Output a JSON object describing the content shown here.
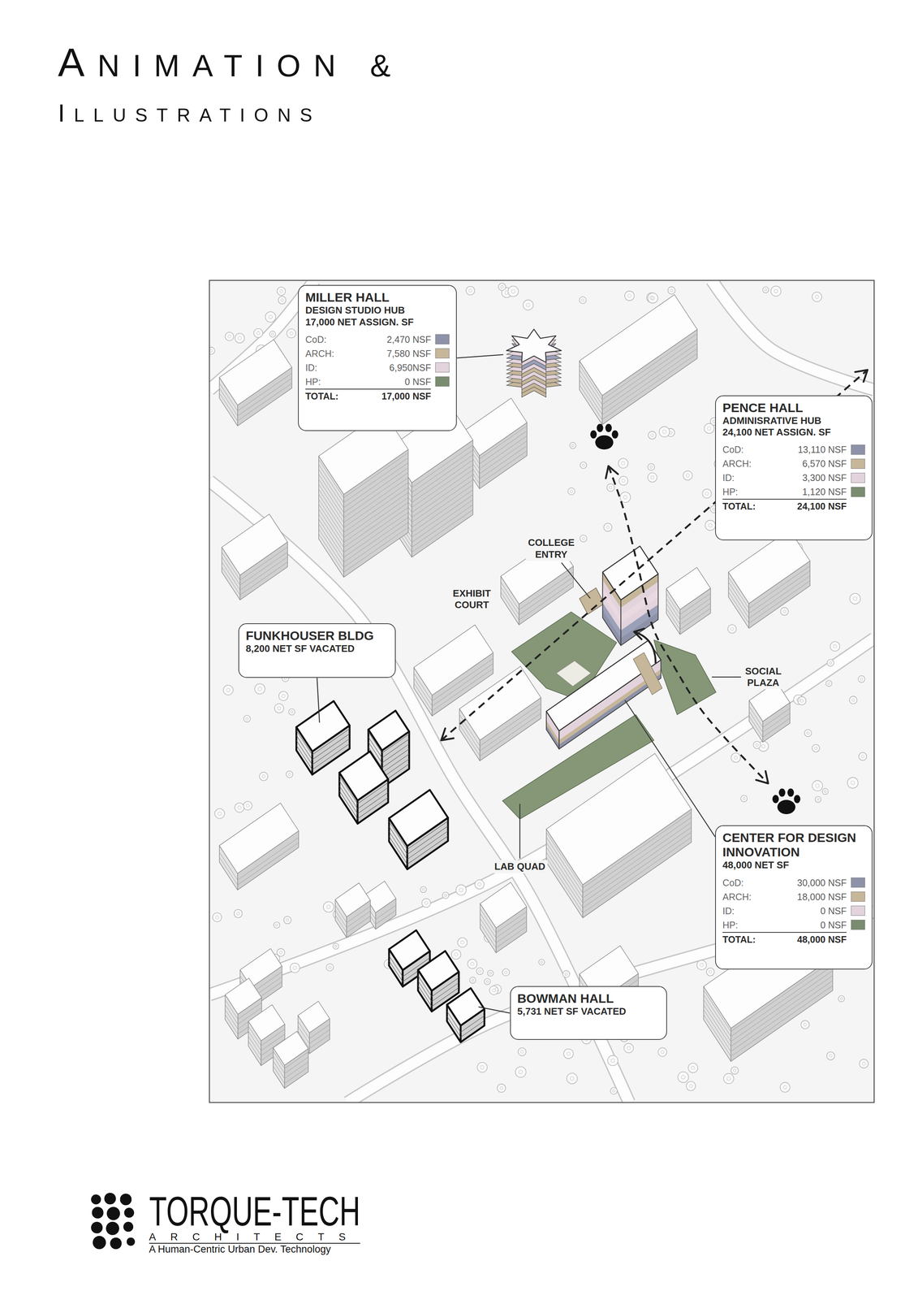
{
  "diagram": {
    "title": "ANIMATION &",
    "nodes": [
      {
        "text": [
          "MILLER HALL",
          "DESIGN STUDIO HUB",
          "17,000 NET ASSIGN. SF",
          "CoD:",
          "2,470 NSF",
          "ARCH:",
          "7,580 NSF",
          "ID:",
          "6,950NSF",
          "HP:",
          "0 NSF",
          "TOTAL:",
          "17,000 NSF"
        ]
      },
      {
        "text": [
          "PENCE HALL",
          "ADMINISRATIVE HUB",
          "24,100 NET ASSIGN. SF",
          "CoD:",
          "13,110 NSF",
          "ARCH:",
          "6,570 NSF",
          "ID:",
          "3,300 NSF",
          "HP:",
          "1,120 NSF",
          "TOTAL:",
          "24,100 NSF"
        ]
      },
      {
        "text": [
          "FUNKHOUSER BLDG",
          "8,200 NET SF VACATED"
        ]
      },
      {
        "text": [
          "CENTER FOR DESIGN INNOVATION",
          "48,000 NET SF",
          "CoD:",
          "30,000 NSF",
          "ARCH:",
          "18,000 NSF",
          "ID:",
          "0 NSF",
          "HP:",
          "0 NSF",
          "TOTAL:",
          "48,000 NSF"
        ]
      },
      {
        "text": [
          "BOWMAN HALL",
          "5,731 NET SF VACATED"
        ]
      }
    ],
    "labels": [
      "ILLUSTRATIONS",
      "COLLEGE ENTRY",
      "EXHIBIT COURT",
      "SOCIAL PLAZA",
      "LAB QUAD",
      "TORQUE-TECH",
      "ARCHITECTS",
      "A Human-Centric Urban Dev. Technology"
    ]
  }
}
